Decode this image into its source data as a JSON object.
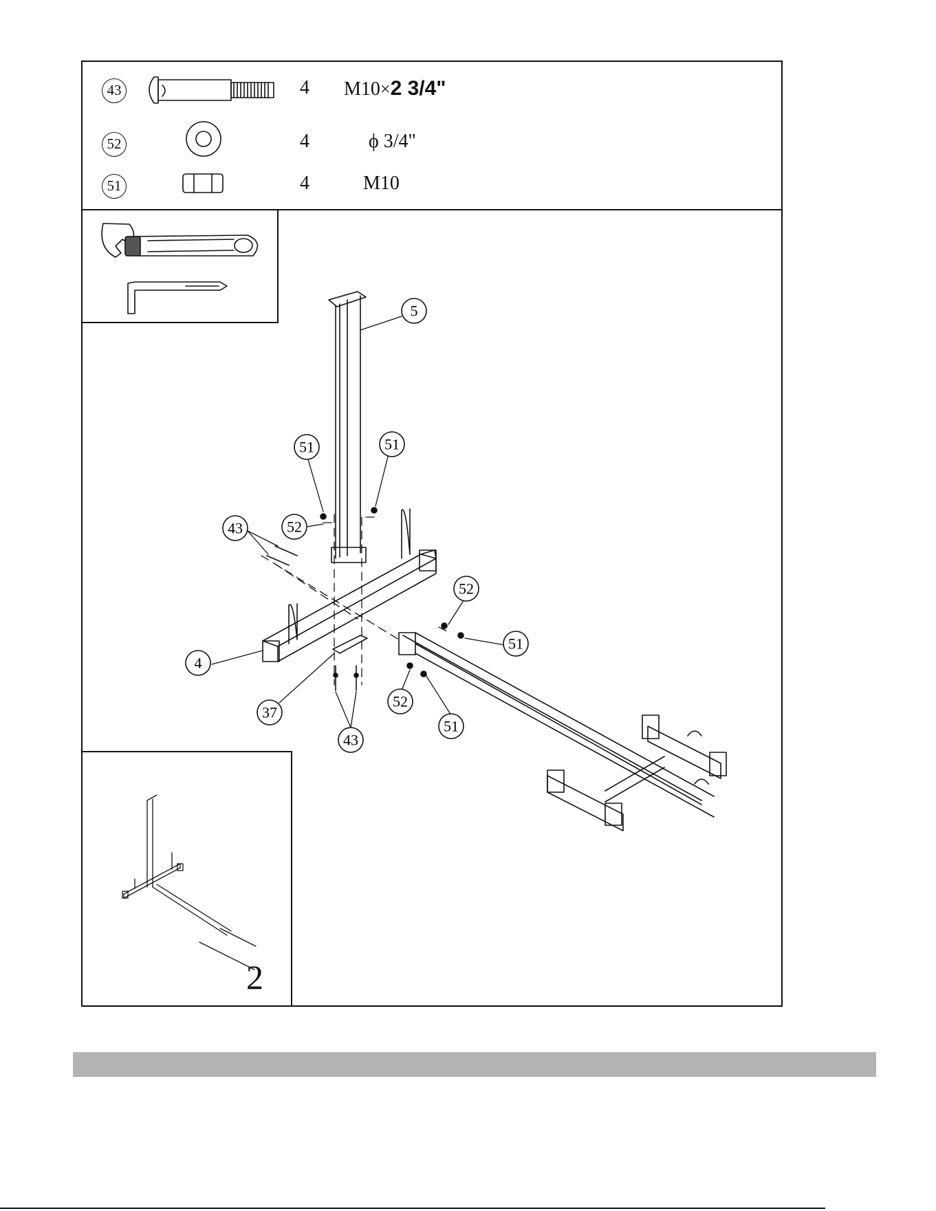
{
  "hardware": [
    {
      "part": "43",
      "qty": "4",
      "spec": "M10",
      "spec_suffix": "2 3/4\""
    },
    {
      "part": "52",
      "qty": "4",
      "spec": "ϕ 3/4\""
    },
    {
      "part": "51",
      "qty": "4",
      "spec": "M10"
    }
  ],
  "tools": [
    "adjustable-wrench-icon",
    "allen-key-icon"
  ],
  "callouts": {
    "c5": "5",
    "c51a": "51",
    "c51b": "51",
    "c52a": "52",
    "c43a": "43",
    "c52b": "52",
    "c51c": "51",
    "c4": "4",
    "c37": "37",
    "c52c": "52",
    "c51d": "51",
    "c43b": "43"
  },
  "inset": {
    "step_number": "2"
  }
}
